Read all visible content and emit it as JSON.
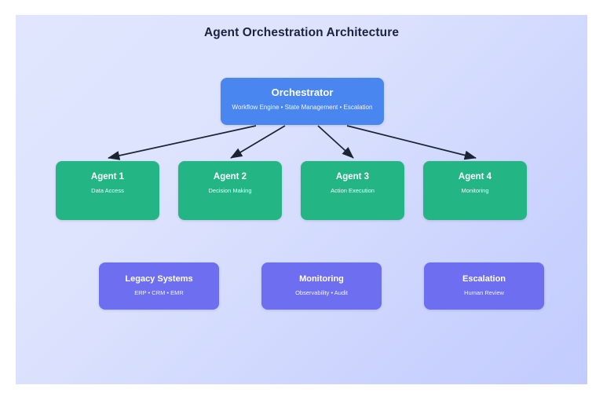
{
  "diagram": {
    "title": "Agent Orchestration Architecture",
    "background": {
      "gradient_from": "#e1e6fe",
      "gradient_to": "#c2ccfe"
    },
    "title_color": "#1b2340",
    "arrow_color": "#1c2433"
  },
  "orchestrator": {
    "title": "Orchestrator",
    "subtitle": "Workflow Engine • State Management • Escalation",
    "color": "#4a86f0"
  },
  "agents": {
    "color": "#23b684",
    "items": [
      {
        "title": "Agent 1",
        "subtitle": "Data Access"
      },
      {
        "title": "Agent 2",
        "subtitle": "Decision Making"
      },
      {
        "title": "Agent 3",
        "subtitle": "Action Execution"
      },
      {
        "title": "Agent 4",
        "subtitle": "Monitoring"
      }
    ]
  },
  "integrations": {
    "color": "#6e6ef0",
    "items": [
      {
        "title": "Legacy Systems",
        "subtitle": "ERP • CRM • EMR"
      },
      {
        "title": "Monitoring",
        "subtitle": "Observability • Audit"
      },
      {
        "title": "Escalation",
        "subtitle": "Human Review"
      }
    ]
  },
  "connections": [
    {
      "from": "Orchestrator",
      "to": "Agent 1"
    },
    {
      "from": "Orchestrator",
      "to": "Agent 2"
    },
    {
      "from": "Orchestrator",
      "to": "Agent 3"
    },
    {
      "from": "Orchestrator",
      "to": "Agent 4"
    }
  ]
}
